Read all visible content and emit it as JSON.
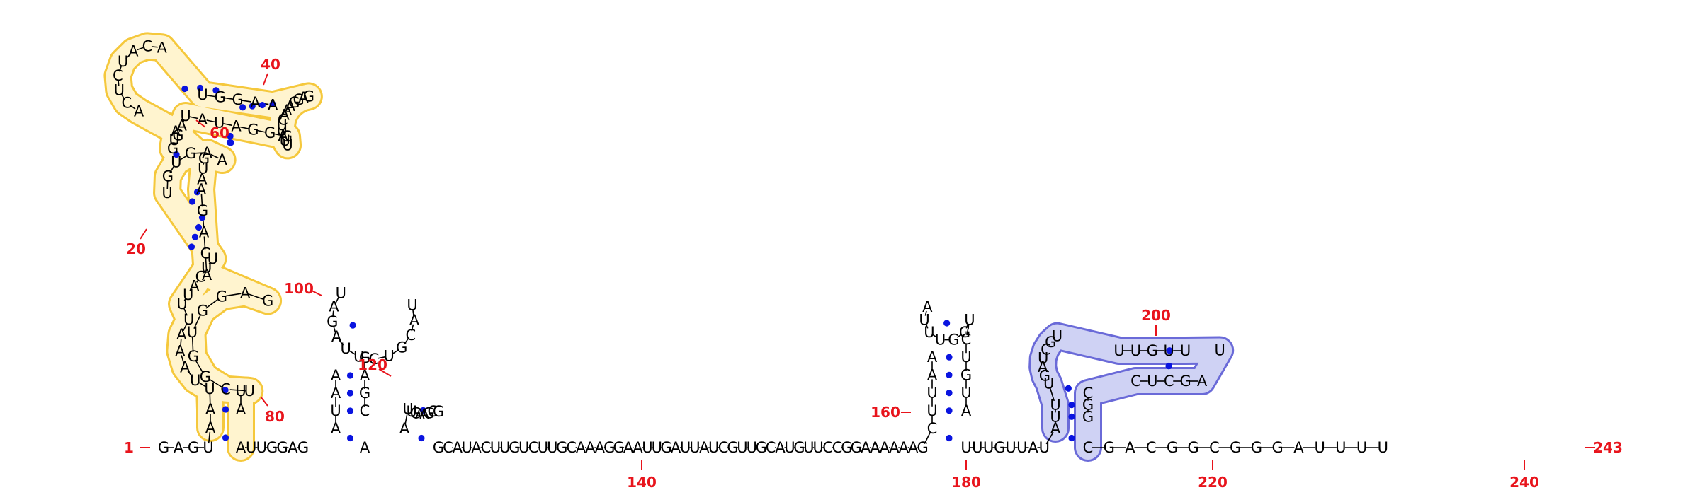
{
  "structure": {
    "sequence": "GAGUAAUUAAAUUUACUUUGUGAAGUAACUCUACAUGGAAGAGGAAACUUAUUGGGAUAUAGGUAAGACAGAGGUGGCUUAAUUGGAGAUAAUAGAUUCUGCAUGAGCAAUUGAAGCGGCAUACUUGUCUUGCAAAGGAAUUGAUUAUCGUUGCAUGUUCCGGAAAAAAGCUUAAAUUUGGUCUGUAUUUGUUAUAUUUGAUCGUUUGUUUAGCUCCGGCGACGGCGGGAUUUU",
    "length": 243,
    "index_labels": [
      "1",
      "20",
      "40",
      "60",
      "80",
      "100",
      "120",
      "140",
      "160",
      "180",
      "200",
      "220",
      "240",
      "243"
    ]
  },
  "highlights": [
    {
      "name": "yellow-region",
      "color": "#f5c83c",
      "fill": "#fff4cf"
    },
    {
      "name": "blue-region",
      "color": "#6a6ad8",
      "fill": "#cfd2f4"
    }
  ],
  "colors": {
    "nucleotide": "#000000",
    "base_pair": "#0a14e0",
    "index_label": "#e8141c"
  }
}
